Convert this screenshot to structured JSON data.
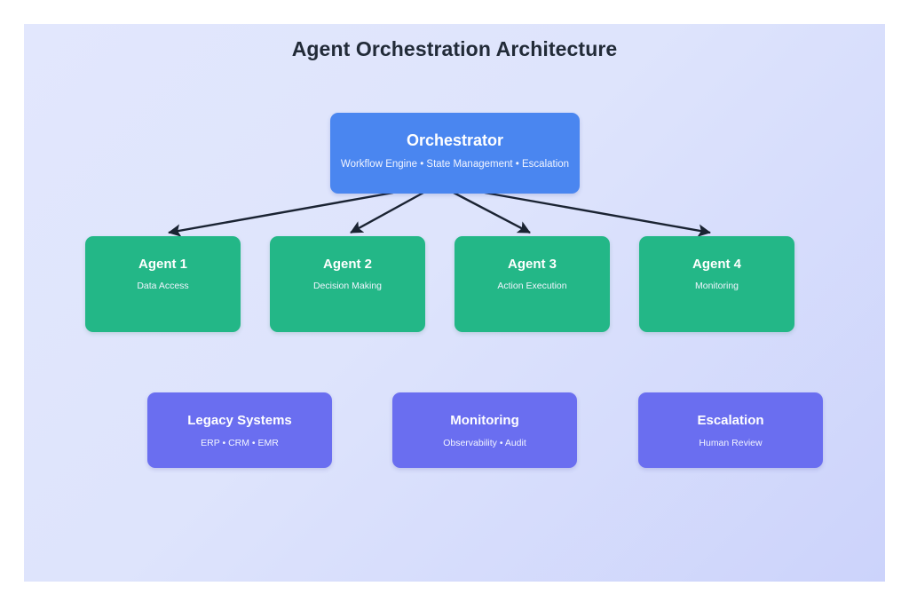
{
  "diagram": {
    "title": "Agent Orchestration Architecture",
    "background_color": "#dee4fc",
    "title_color": "#222b38",
    "arrow_color": "#1a2332"
  },
  "orchestrator": {
    "title": "Orchestrator",
    "subtitle": "Workflow Engine • State Management • Escalation",
    "color": "#4a86f0"
  },
  "agents": {
    "color": "#23b787",
    "items": [
      {
        "title": "Agent 1",
        "subtitle": "Data Access"
      },
      {
        "title": "Agent 2",
        "subtitle": "Decision Making"
      },
      {
        "title": "Agent 3",
        "subtitle": "Action Execution"
      },
      {
        "title": "Agent 4",
        "subtitle": "Monitoring"
      }
    ]
  },
  "support": {
    "color": "#6a6ef0",
    "items": [
      {
        "title": "Legacy Systems",
        "subtitle": "ERP • CRM • EMR"
      },
      {
        "title": "Monitoring",
        "subtitle": "Observability • Audit"
      },
      {
        "title": "Escalation",
        "subtitle": "Human Review"
      }
    ]
  },
  "connections": [
    {
      "from": "Orchestrator",
      "to": "Agent 1"
    },
    {
      "from": "Orchestrator",
      "to": "Agent 2"
    },
    {
      "from": "Orchestrator",
      "to": "Agent 3"
    },
    {
      "from": "Orchestrator",
      "to": "Agent 4"
    }
  ]
}
